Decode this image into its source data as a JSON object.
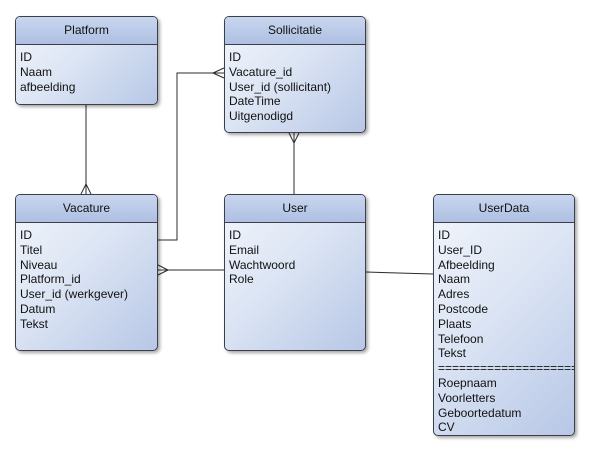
{
  "entities": {
    "platform": {
      "title": "Platform",
      "fields": [
        "ID",
        "Naam",
        "afbeelding"
      ]
    },
    "sollicitatie": {
      "title": "Sollicitatie",
      "fields": [
        "ID",
        "Vacature_id",
        "User_id (sollicitant)",
        "DateTime",
        "Uitgenodigd"
      ]
    },
    "vacature": {
      "title": "Vacature",
      "fields": [
        "ID",
        "Titel",
        "Niveau",
        "Platform_id",
        "User_id (werkgever)",
        "Datum",
        "Tekst"
      ]
    },
    "user": {
      "title": "User",
      "fields": [
        "ID",
        "Email",
        "Wachtwoord",
        "Role"
      ]
    },
    "userdata": {
      "title": "UserData",
      "fields": [
        "ID",
        "User_ID",
        "Afbeelding",
        "Naam",
        "Adres",
        "Postcode",
        "Plaats",
        "Telefoon",
        "Tekst",
        "====================",
        "Roepnaam",
        "Voorletters",
        "Geboortedatum",
        "CV"
      ]
    }
  }
}
